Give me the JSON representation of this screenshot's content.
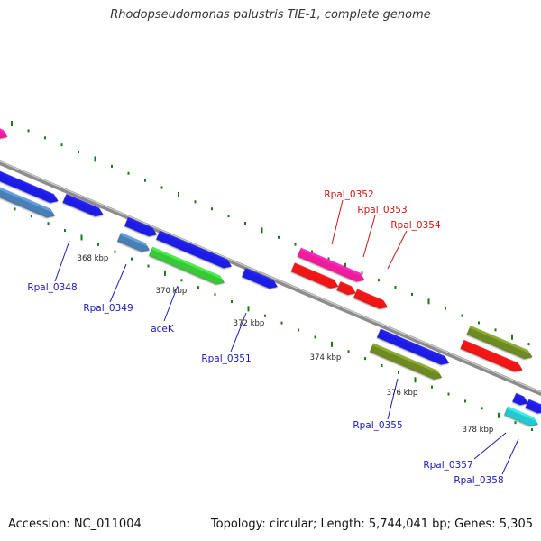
{
  "title": "Rhodopseudomonas palustris TIE-1, complete genome",
  "footer": {
    "accession": "Accession: NC_011004",
    "topology": "Topology: circular; Length: 5,744,041 bp; Genes: 5,305"
  },
  "colors": {
    "blue": "#1c1ce6",
    "steelblue": "#4a7fb4",
    "green": "#37c837",
    "olive": "#6e8a23",
    "red": "#f01414",
    "magenta": "#f01e9b",
    "cyan": "#28c8cd",
    "backbone": "#8c8c8c",
    "tick": "#1a7a1a",
    "label_blue": "#1a1ab4",
    "label_red": "#c81414"
  },
  "scale_labels": [
    "368 kbp",
    "370 kbp",
    "372 kbp",
    "374 kbp",
    "376 kbp",
    "378 kbp"
  ],
  "gene_labels": [
    "Rpal_0348",
    "Rpal_0349",
    "aceK",
    "Rpal_0351",
    "Rpal_0352",
    "Rpal_0353",
    "Rpal_0354",
    "Rpal_0355",
    "Rpal_0357",
    "Rpal_0358"
  ]
}
